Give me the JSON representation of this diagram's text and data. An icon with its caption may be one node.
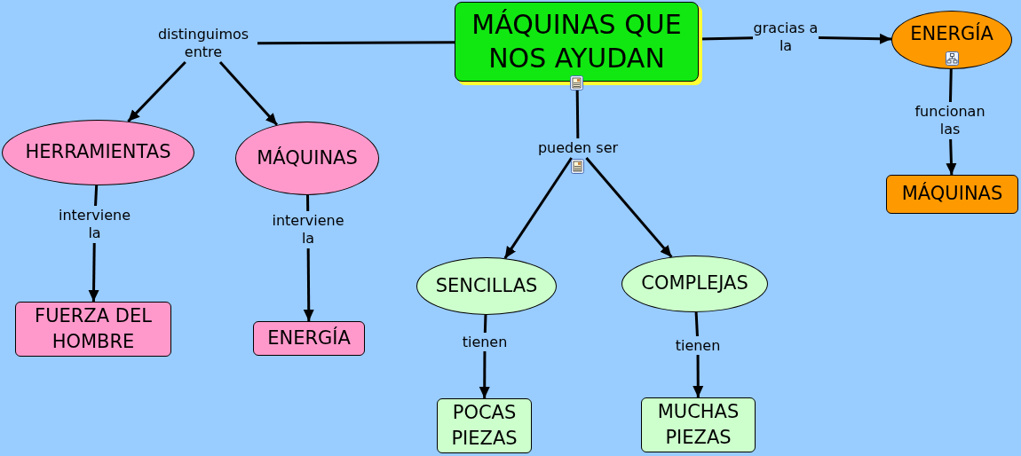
{
  "diagram": {
    "nodes": [
      {
        "text": [
          "MÁQUINAS QUE NOS AYUDAN"
        ]
      },
      {
        "text": [
          "distinguimos entre"
        ]
      },
      {
        "text": [
          "HERRAMIENTAS"
        ]
      },
      {
        "text": [
          "MÁQUINAS"
        ]
      },
      {
        "text": [
          "interviene la"
        ]
      },
      {
        "text": [
          "interviene la"
        ]
      },
      {
        "text": [
          "FUERZA DEL HOMBRE"
        ]
      },
      {
        "text": [
          "ENERGÍA"
        ]
      },
      {
        "text": [
          "pueden ser"
        ]
      },
      {
        "text": [
          "SENCILLAS"
        ]
      },
      {
        "text": [
          "COMPLEJAS"
        ]
      },
      {
        "text": [
          "tienen"
        ]
      },
      {
        "text": [
          "tienen"
        ]
      },
      {
        "text": [
          "POCAS PIEZAS"
        ]
      },
      {
        "text": [
          "MUCHAS PIEZAS"
        ]
      },
      {
        "text": [
          "gracias a la"
        ]
      },
      {
        "text": [
          "ENERGÍA"
        ]
      },
      {
        "text": [
          "funcionan las"
        ]
      },
      {
        "text": [
          "MÁQUINAS"
        ]
      }
    ],
    "edges": [
      {
        "from": 0,
        "to": 1,
        "arrow": "none"
      },
      {
        "from": 1,
        "to": 2,
        "arrow": "to"
      },
      {
        "from": 1,
        "to": 3,
        "arrow": "to"
      },
      {
        "from": 2,
        "to": 4,
        "arrow": "none"
      },
      {
        "from": 4,
        "to": 6,
        "arrow": "to"
      },
      {
        "from": 3,
        "to": 5,
        "arrow": "none"
      },
      {
        "from": 5,
        "to": 7,
        "arrow": "to"
      },
      {
        "from": 0,
        "to": 8,
        "arrow": "none"
      },
      {
        "from": 8,
        "to": 9,
        "arrow": "to"
      },
      {
        "from": 8,
        "to": 10,
        "arrow": "to"
      },
      {
        "from": 9,
        "to": 11,
        "arrow": "none"
      },
      {
        "from": 11,
        "to": 13,
        "arrow": "to"
      },
      {
        "from": 10,
        "to": 12,
        "arrow": "none"
      },
      {
        "from": 12,
        "to": 14,
        "arrow": "to"
      },
      {
        "from": 0,
        "to": 15,
        "arrow": "none"
      },
      {
        "from": 15,
        "to": 16,
        "arrow": "to"
      },
      {
        "from": 16,
        "to": 17,
        "arrow": "none"
      },
      {
        "from": 17,
        "to": 18,
        "arrow": "to"
      }
    ]
  }
}
